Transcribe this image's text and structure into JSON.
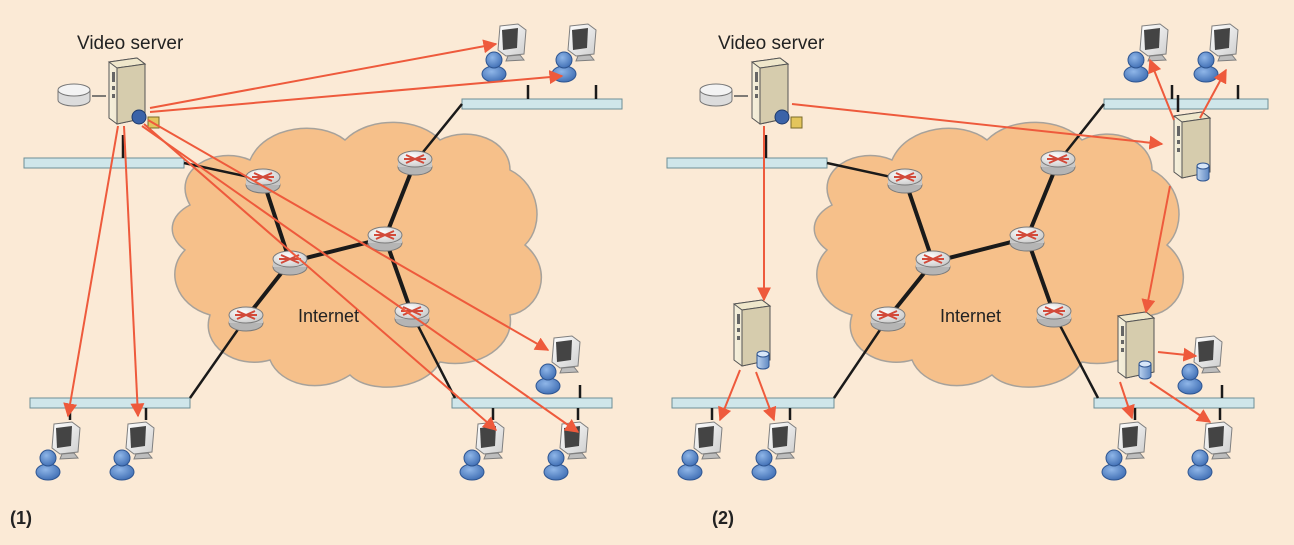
{
  "colors": {
    "background": "#fbead6",
    "cloud_fill": "#f6c08a",
    "cloud_stroke": "#a7a29b",
    "flow_arrow": "#ee5a3c",
    "lan_bar": "#cfe6ea",
    "link": "#1a1a1a"
  },
  "panels": [
    {
      "tag": "(1)",
      "server_label": "Video server",
      "cloud_label": "Internet"
    },
    {
      "tag": "(2)",
      "server_label": "Video server",
      "cloud_label": "Internet"
    }
  ],
  "icons": [
    "server-icon",
    "disk-icon",
    "router-icon",
    "user-workstation-icon",
    "cache-server-icon",
    "lan-segment-icon",
    "internet-cloud-icon"
  ]
}
